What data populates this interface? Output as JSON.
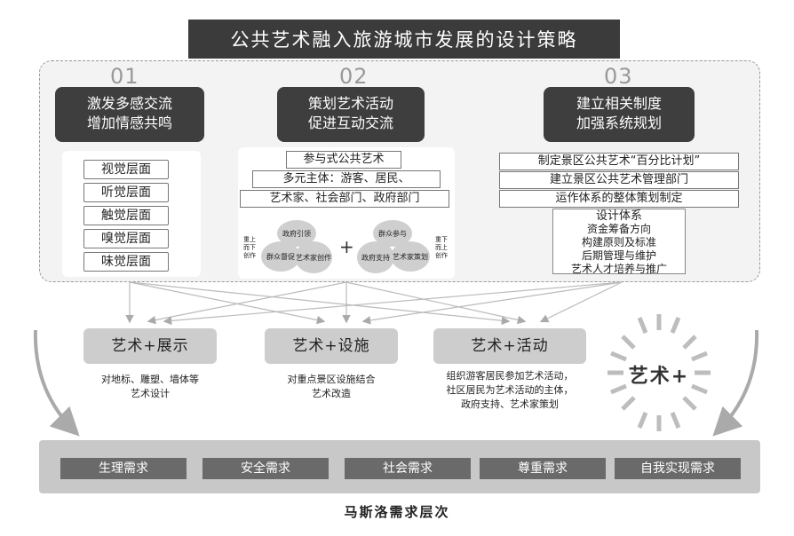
{
  "title": "公共艺术融入旅游城市发展的设计策略",
  "strategies": [
    {
      "num": "01",
      "line1": "激发多感交流",
      "line2": "增加情感共鸣"
    },
    {
      "num": "02",
      "line1": "策划艺术活动",
      "line2": "促进互动交流"
    },
    {
      "num": "03",
      "line1": "建立相关制度",
      "line2": "加强系统规划"
    }
  ],
  "sense_layers": [
    "视觉层面",
    "听觉层面",
    "触觉层面",
    "嗅觉层面",
    "味觉层面"
  ],
  "participation": {
    "lines": [
      "参与式公共艺术",
      "多元主体：游客、居民、",
      "艺术家、社会部门、政府部门"
    ],
    "left_label": "重上而下创作",
    "right_label": "重下而上创作",
    "plus": "+",
    "left_circles": [
      "政府引领",
      "群众督促",
      "艺术家创作"
    ],
    "right_circles": [
      "群众参与",
      "政府支持",
      "艺术家策划"
    ]
  },
  "system": {
    "lines": [
      "制定景区公共艺术“百分比计划”",
      "建立景区公共艺术管理部门",
      "运作体系的整体策划制定"
    ],
    "design_title": "设计体系",
    "design_items": [
      "资金筹备方向",
      "构建原则及标准",
      "后期管理与维护",
      "艺术人才培养与推广"
    ]
  },
  "art_boxes": [
    {
      "head": "艺术+展示",
      "desc": [
        "对地标、雕塑、墙体等",
        "艺术设计"
      ]
    },
    {
      "head": "艺术+设施",
      "desc": [
        "对重点景区设施结合",
        "艺术改造"
      ]
    },
    {
      "head": "艺术+活动",
      "desc": [
        "组织游客居民参加艺术活动，",
        "社区居民为艺术活动的主体，",
        "政府支持、艺术家策划"
      ]
    }
  ],
  "art_plus": "艺术+",
  "needs": [
    "生理需求",
    "安全需求",
    "社会需求",
    "尊重需求",
    "自我实现需求"
  ],
  "footer": "马斯洛需求层次"
}
